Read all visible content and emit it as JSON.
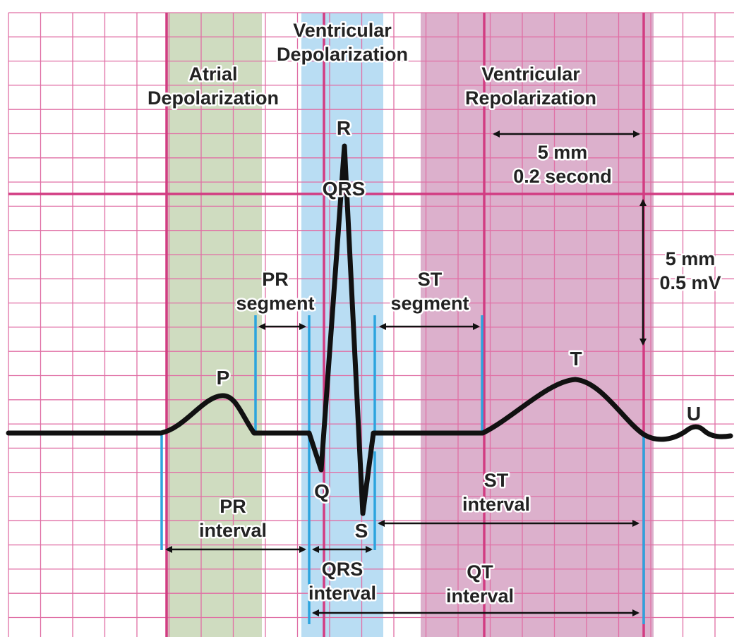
{
  "colors": {
    "background": "#ffffff",
    "minor_grid": "#e06fa5",
    "major_grid": "#d23c82",
    "atrial_band": "#cfdcc0",
    "ventricular_depol_band": "#b9ddf3",
    "ventricular_repol_band": "#dcb0cc",
    "interval_marker": "#2ca4de",
    "trace": "#111111",
    "label_text": "#222222"
  },
  "regions": {
    "atrial": {
      "line1": "Atrial",
      "line2": "Depolarization"
    },
    "ventricular_depol": {
      "line1": "Ventricular",
      "line2": "Depolarization"
    },
    "ventricular_repol": {
      "line1": "Ventricular",
      "line2": "Repolarization"
    }
  },
  "waves": {
    "p": "P",
    "q": "Q",
    "r": "R",
    "qrs": "QRS",
    "s": "S",
    "t": "T",
    "u": "U"
  },
  "scale": {
    "time": {
      "line1": "5 mm",
      "line2": "0.2 second"
    },
    "voltage": {
      "line1": "5 mm",
      "line2": "0.5 mV"
    }
  },
  "segments": {
    "pr": {
      "line1": "PR",
      "line2": "segment"
    },
    "st": {
      "line1": "ST",
      "line2": "segment"
    }
  },
  "intervals": {
    "pr": {
      "line1": "PR",
      "line2": "interval"
    },
    "qrs": {
      "line1": "QRS",
      "line2": "interval"
    },
    "st": {
      "line1": "ST",
      "line2": "interval"
    },
    "qt": {
      "line1": "QT",
      "line2": "interval"
    }
  }
}
